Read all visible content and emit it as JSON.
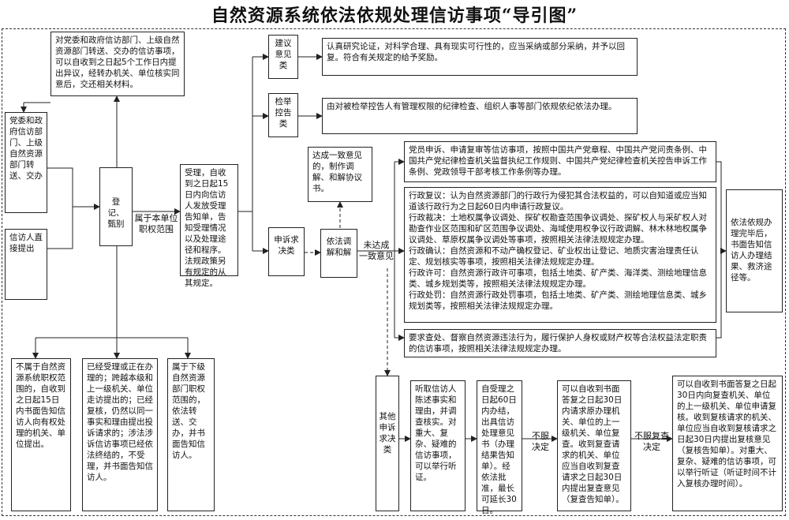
{
  "title": "自然资源系统依法依规处理信访事项“导引图”",
  "nodes": {
    "top_notice": "对党委和政府信访部门、上级自然资源部门转送、交办的信访事项，可以自收到之日起5个工作日内提出异议，经转办机关、单位核实同意后，交还相关材料。",
    "source_dept": "党委和政府信访部门、上级自然资源部门转送、交办",
    "source_visit": "信访人直接提出",
    "register": "登记、甄别",
    "accept": "受理，自收到之日起15日内向信访人发放受理告知单，告知受理情况以及处理途径和程序。法规政策另有规定的从其规定。",
    "type_suggest": "建议意见类",
    "type_report": "检举控告类",
    "type_appeal": "申诉求决类",
    "type_other": "其他申诉求决类",
    "suggest_desc": "认真研究论证，对科学合理、具有现实可行性的，应当采纳或部分采纳，并予以回复。符合有关规定的给予奖励。",
    "report_desc": "由对被检举控告人有管理权限的纪律检查、组织人事等部门依规依纪依法办理。",
    "mediate": "依法调解和解",
    "agree_desc": "达成一致意见的，制作调解、和解协议书。",
    "party_desc": "党员申诉、申请复审等信访事项，按照中国共产党章程、中国共产党问责条例、中国共产党纪律检查机关监督执纪工作规则、中国共产党纪律检查机关控告申诉工作条例、党政领导干部考核工作条例等办理。",
    "admin_desc": "行政复议：认为自然资源部门的行政行为侵犯其合法权益的，可以自知道或应当知道该行政行为之日起60日内申请行政复议。\n行政裁决：土地权属争议调处、探矿权勘查范围争议调处、探矿权人与采矿权人对勘查作业区范围和矿区范围争议调处、海域使用权争议行政调解、林木林地权属争议调处、草原权属争议调处等事项，按照相关法律法规规定办理。\n行政确认：自然资源和不动产确权登记、矿业权出让登记、地质灾害治理责任认定、规划核实等事项，按照相关法律法规规定办理。\n行政许可：自然资源行政许可事项，包括土地类、矿产类、海洋类、测绘地理信息类、城乡规划类等，按照相关法律法规规定办理。\n行政处罚：自然资源行政处罚事项，包括土地类、矿产类、测绘地理信息类、城乡规划类等，按照相关法律法规规定办理。",
    "duty_desc": "要求查处、督察自然资源违法行为，履行保护人身权或财产权等合法权益法定职责的信访事项，按照相关法律法规规定办理。",
    "result": "依法依规办理完毕后，书面告知信访人办理结果、救济途径等。",
    "bottom_scope": "不属于自然资源系统职权范围的，自收到之日起15日内书面告知信访人向有权处理的机关、单位提出。",
    "bottom_rejected": "已经受理或正在办理的；跨越本级和上一级机关、单位走访提出的；已经复核，仍然以同一事实和理由提出投诉请求的；涉法涉诉信访事项已经依法终结的，不受理，并书面告知信访人。",
    "bottom_lower": "属于下级自然资源部门职权范围的，依法转送、交办，并书面告知信访人。",
    "hear": "听取信访人陈述事实和理由，并调查核实。对重大、复杂、疑难的信访事项，可以举行听证。",
    "opinion": "自受理之日起60日内办结，出具信访处理意见书（办理结果告知单）。经依法批准，最长可延长30日。",
    "review": "可以自收到书面答复之日起30日内请求原办理机关、单位的上一级机关、单位复查。收到复查请求的机关、单位应当自收到复查请求之日起30日内提出复查意见（复查告知单）。",
    "recheck": "可以自收到书面答复之日起30日内向复查机关、单位的上一级机关、单位申请复核。收到复核请求的机关、单位应当自收到复核请求之日起30日内提出复核意见（复核告知单）。对重大、复杂、疑难的信访事项，可以举行听证（听证时间不计入复核办理时间）。"
  },
  "labels": {
    "scope_in": "属于本单位\n职权范围",
    "not_agree": "未达成\n一致意见",
    "unsatisfied_1": "不服\n决定",
    "unsatisfied_2": "不服复查\n决定"
  }
}
